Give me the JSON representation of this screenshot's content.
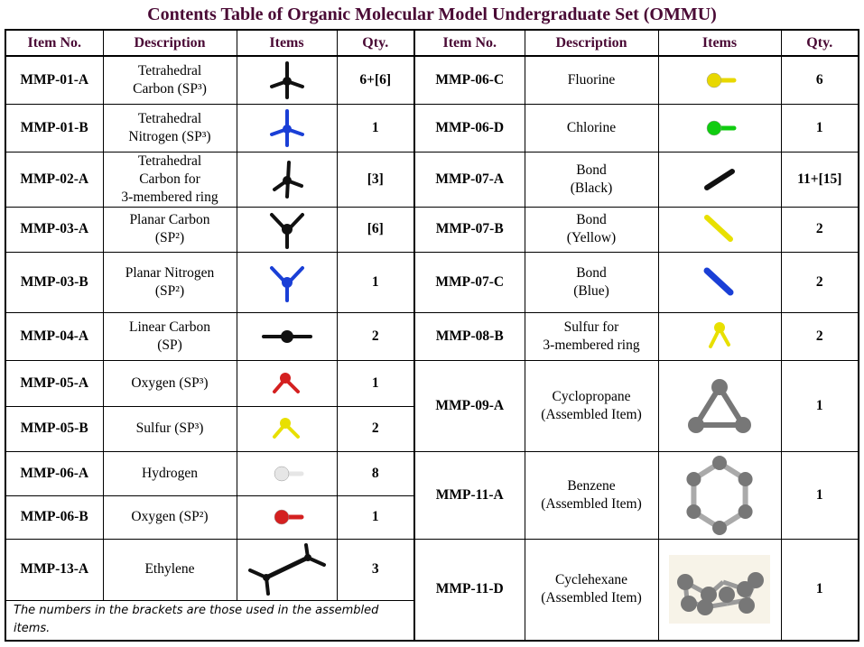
{
  "title": "Contents Table of Organic Molecular Model Undergraduate Set (OMMU)",
  "headers": [
    "Item No.",
    "Description",
    "Items",
    "Qty.",
    "Item No.",
    "Description",
    "Items",
    "Qty."
  ],
  "left": [
    {
      "id": "MMP-01-A",
      "desc": "Tetrahedral\nCarbon (SP³)",
      "qty": "6+[6]",
      "icon": "tetra",
      "color": "#111111"
    },
    {
      "id": "MMP-01-B",
      "desc": "Tetrahedral\nNitrogen (SP³)",
      "qty": "1",
      "icon": "tetra",
      "color": "#1a3fd6"
    },
    {
      "id": "MMP-02-A",
      "desc": "Tetrahedral\nCarbon for\n3-membered ring",
      "qty": "[3]",
      "icon": "tetra2",
      "color": "#111111"
    },
    {
      "id": "MMP-03-A",
      "desc": "Planar Carbon\n(SP²)",
      "qty": "[6]",
      "icon": "planar",
      "color": "#111111"
    },
    {
      "id": "MMP-03-B",
      "desc": "Planar Nitrogen\n(SP²)",
      "qty": "1",
      "icon": "planar",
      "color": "#1a3fd6"
    },
    {
      "id": "MMP-04-A",
      "desc": "Linear Carbon\n(SP)",
      "qty": "2",
      "icon": "linear",
      "color": "#111111"
    },
    {
      "id": "MMP-05-A",
      "desc": "Oxygen (SP³)",
      "qty": "1",
      "icon": "bent",
      "color": "#d42020"
    },
    {
      "id": "MMP-05-B",
      "desc": "Sulfur (SP³)",
      "qty": "2",
      "icon": "bent",
      "color": "#e8e000"
    },
    {
      "id": "MMP-06-A",
      "desc": "Hydrogen",
      "qty": "8",
      "icon": "ball",
      "color": "#e6e6e6"
    },
    {
      "id": "MMP-06-B",
      "desc": "Oxygen (SP²)",
      "qty": "1",
      "icon": "ball",
      "color": "#d42020"
    },
    {
      "id": "MMP-13-A",
      "desc": "Ethylene",
      "qty": "3",
      "icon": "ethylene",
      "color": "#111111"
    }
  ],
  "right": [
    {
      "id": "MMP-06-C",
      "desc": "Fluorine",
      "qty": "6",
      "icon": "ball",
      "color": "#e8d800"
    },
    {
      "id": "MMP-06-D",
      "desc": "Chlorine",
      "qty": "1",
      "icon": "ball",
      "color": "#10cc10"
    },
    {
      "id": "MMP-07-A",
      "desc": "Bond\n(Black)",
      "qty": "11+[15]",
      "icon": "bond",
      "color": "#111111"
    },
    {
      "id": "MMP-07-B",
      "desc": "Bond\n(Yellow)",
      "qty": "2",
      "icon": "bond2",
      "color": "#e8e000"
    },
    {
      "id": "MMP-07-C",
      "desc": "Bond\n(Blue)",
      "qty": "2",
      "icon": "bond3",
      "color": "#1a3fd6"
    },
    {
      "id": "MMP-08-B",
      "desc": "Sulfur for\n3-membered ring",
      "qty": "2",
      "icon": "sring",
      "color": "#e8e000"
    },
    {
      "id": "MMP-09-A",
      "desc": "Cyclopropane\n(Assembled Item)",
      "qty": "1",
      "icon": "cyclopropane",
      "color": "#777777"
    },
    {
      "id": "MMP-11-A",
      "desc": "Benzene\n(Assembled Item)",
      "qty": "1",
      "icon": "benzene",
      "color": "#777777"
    },
    {
      "id": "MMP-11-D",
      "desc": "Cyclehexane\n(Assembled Item)",
      "qty": "1",
      "icon": "cyclohexane",
      "color": "#777777"
    }
  ],
  "footnote": "The numbers in the brackets are those used in the assembled items."
}
